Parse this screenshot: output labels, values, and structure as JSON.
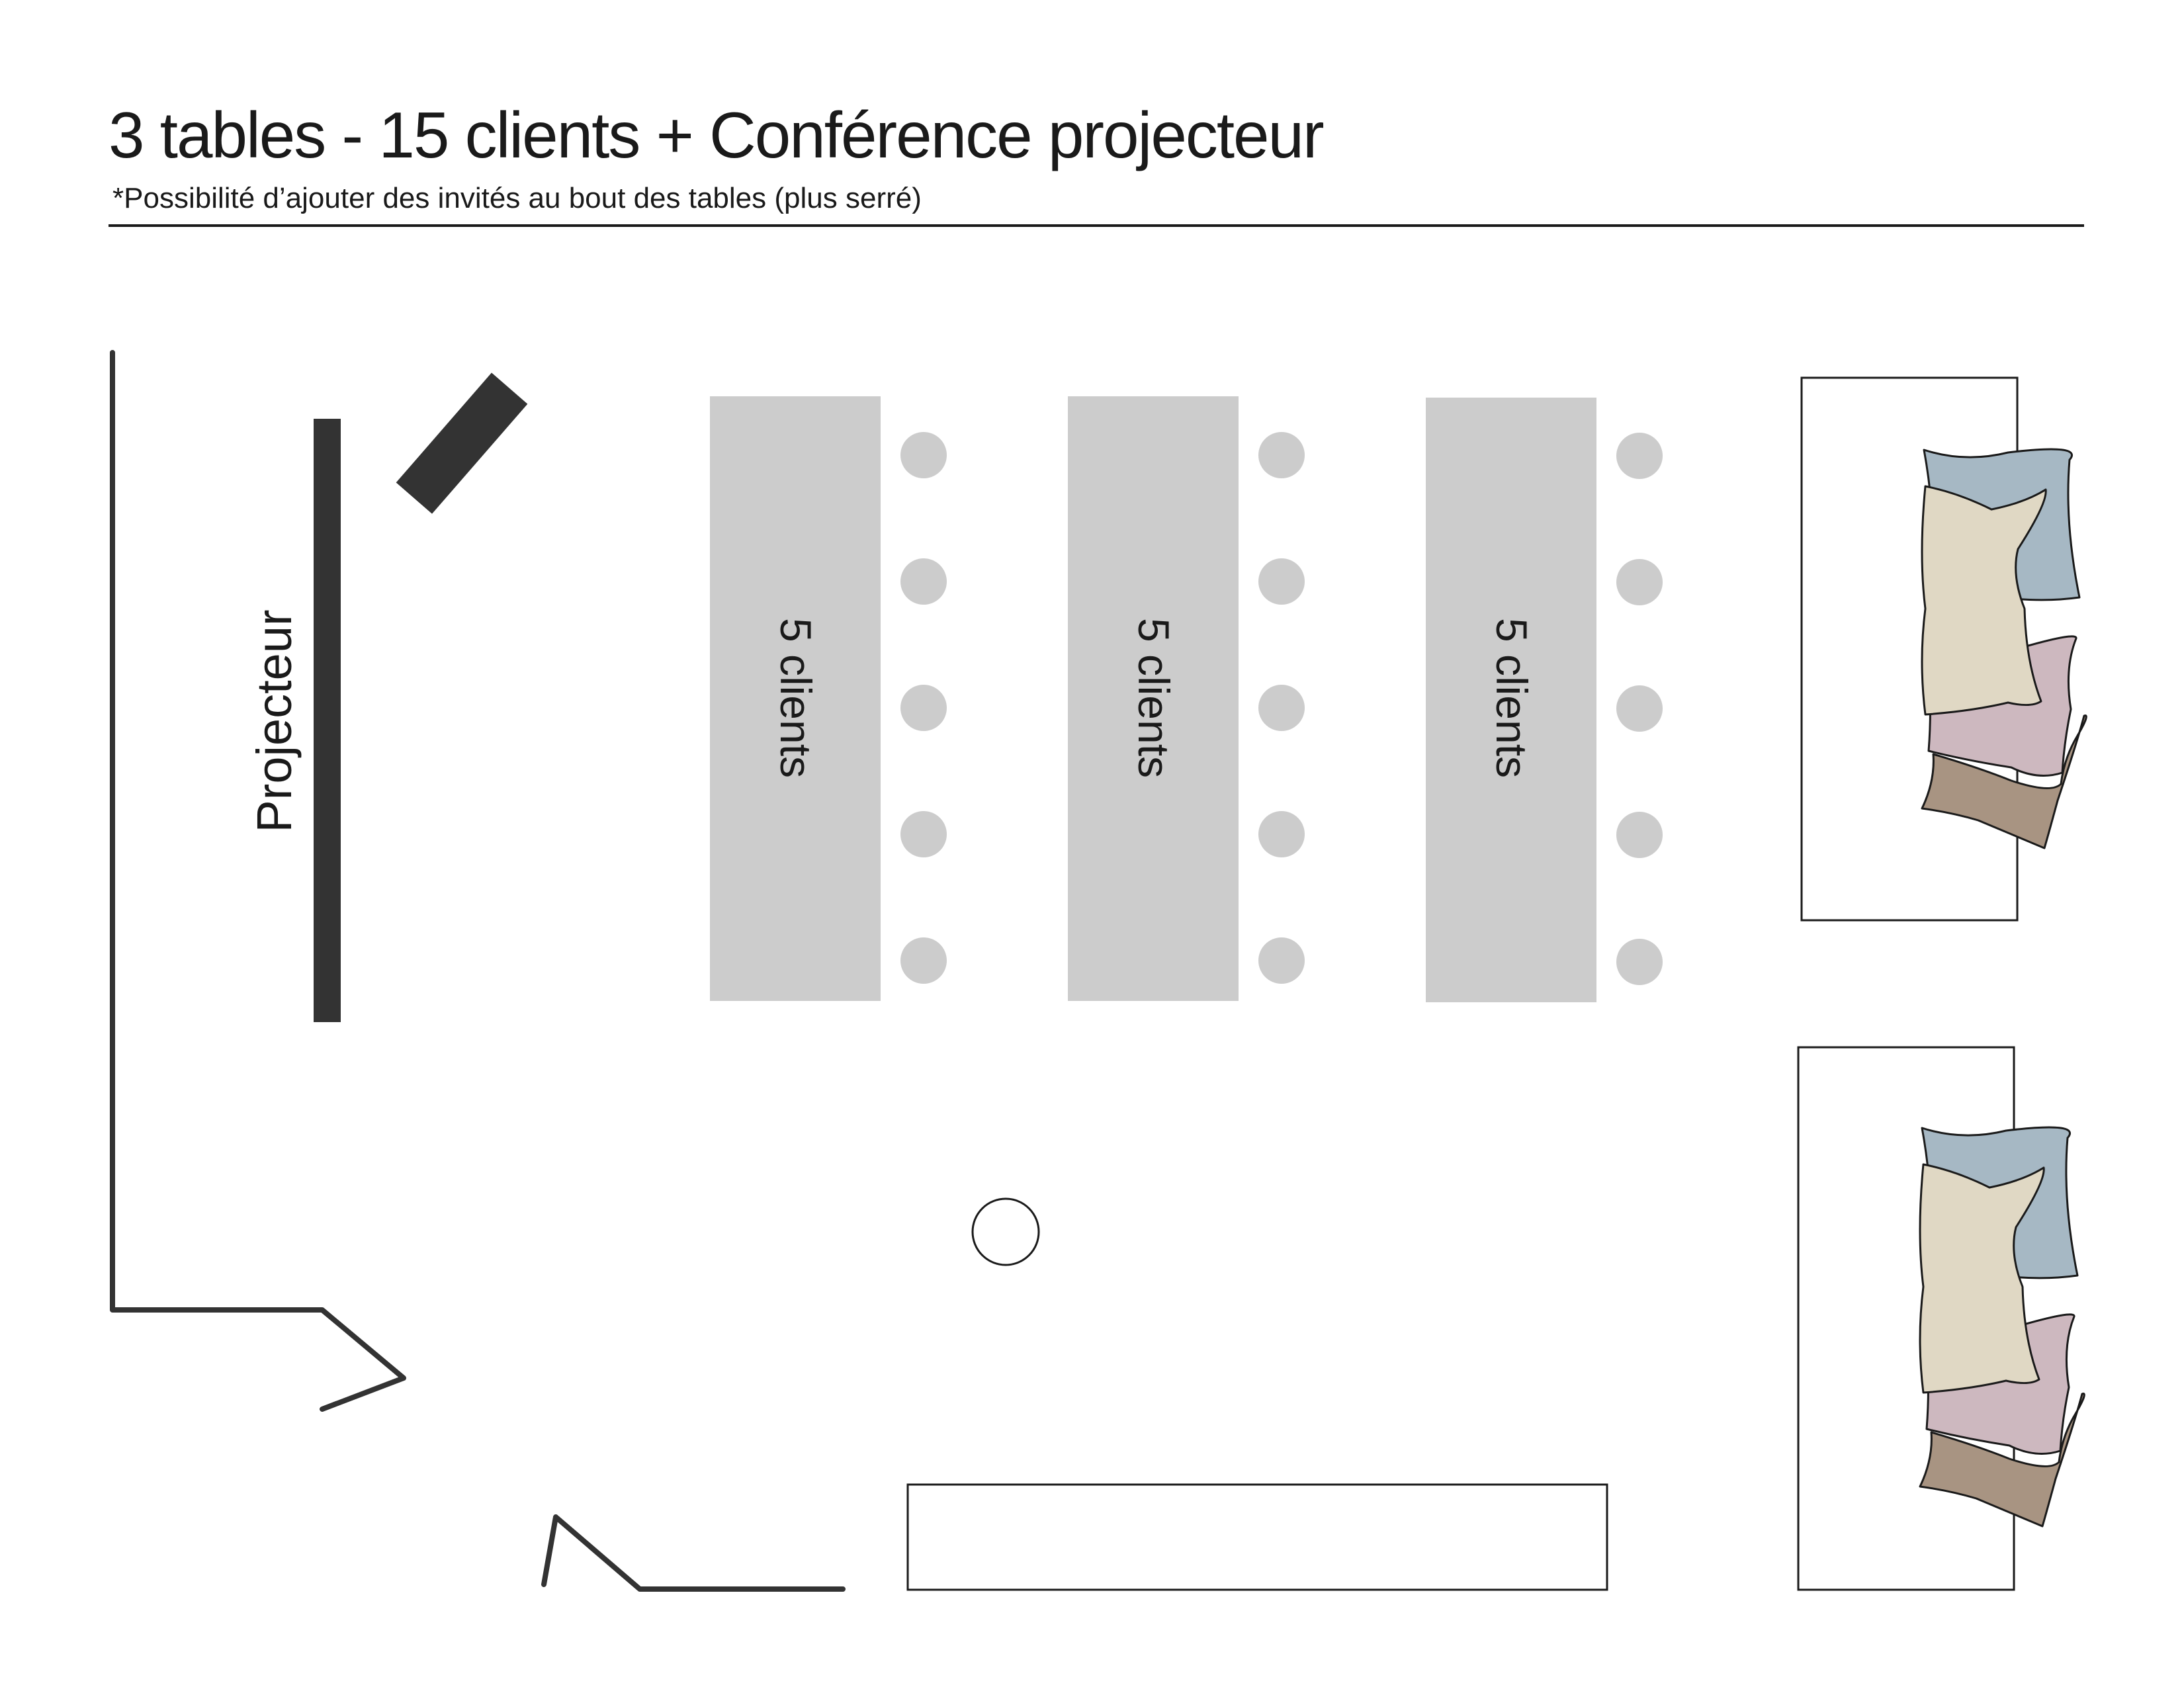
{
  "header": {
    "title": "3 tables - 15 clients + Conférence projecteur",
    "subtitle": "*Possibilité d’ajouter des invités au bout des tables (plus serré)"
  },
  "projector": {
    "label": "Projecteur"
  },
  "tables": [
    {
      "label": "5 clients",
      "chairs": 5
    },
    {
      "label": "5 clients",
      "chairs": 5
    },
    {
      "label": "5 clients",
      "chairs": 5
    }
  ],
  "sofas": [
    {
      "pillows": [
        "blue",
        "beige",
        "pink",
        "brown"
      ]
    },
    {
      "pillows": [
        "blue",
        "beige",
        "pink",
        "brown"
      ]
    }
  ],
  "colors": {
    "table": "#cccccc",
    "chair": "#cccccc",
    "wall": "#333333",
    "screen": "#333333",
    "pillow_blue": "#a6b8c4",
    "pillow_beige": "#e0d8c4",
    "pillow_pink": "#cdb8bf",
    "pillow_brown": "#a89482"
  }
}
